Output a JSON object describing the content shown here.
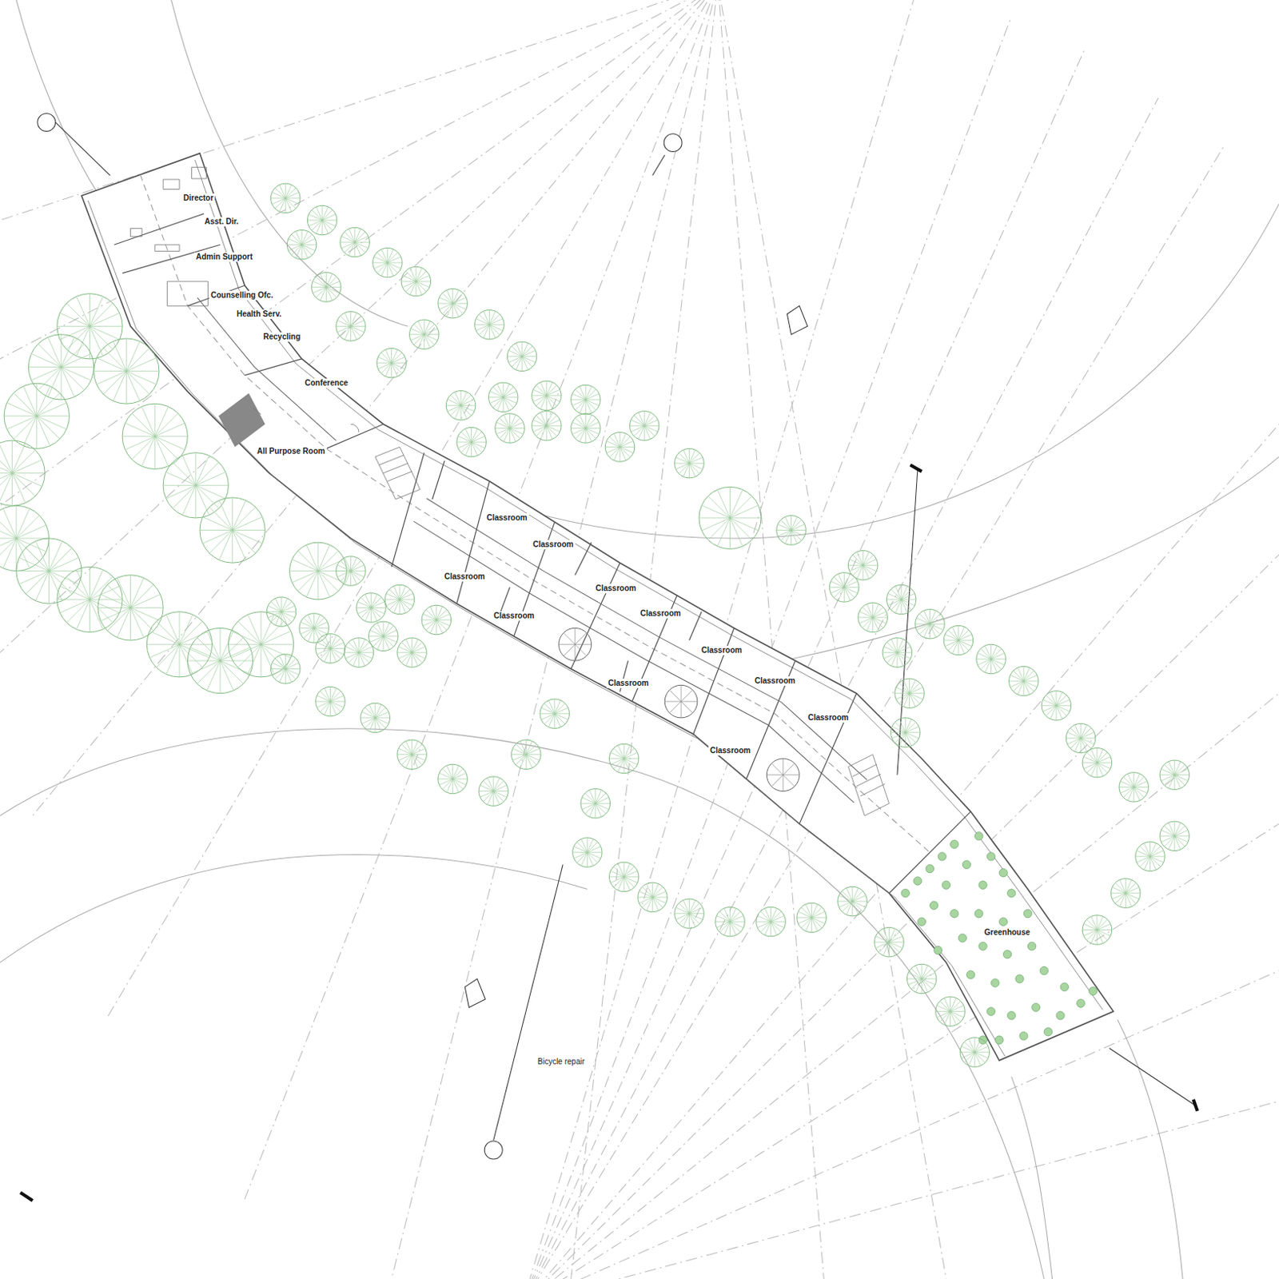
{
  "diagram": {
    "nodes": [
      {
        "text": [
          "Director"
        ]
      },
      {
        "text": [
          "Asst. Dir."
        ]
      },
      {
        "text": [
          "Admin Support"
        ]
      },
      {
        "text": [
          "Counselling Ofc."
        ]
      },
      {
        "text": [
          "Health Serv."
        ]
      },
      {
        "text": [
          "Recycling"
        ]
      },
      {
        "text": [
          "Conference"
        ]
      },
      {
        "text": [
          "All Purpose Room"
        ]
      },
      {
        "text": [
          "Classroom"
        ]
      },
      {
        "text": [
          "Classroom"
        ]
      },
      {
        "text": [
          "Classroom"
        ]
      },
      {
        "text": [
          "Classroom"
        ]
      },
      {
        "text": [
          "Classroom"
        ]
      },
      {
        "text": [
          "Classroom"
        ]
      },
      {
        "text": [
          "Classroom"
        ]
      },
      {
        "text": [
          "Classroom"
        ]
      },
      {
        "text": [
          "Classroom"
        ]
      },
      {
        "text": [
          "Classroom"
        ]
      },
      {
        "text": [
          "Classroom"
        ]
      },
      {
        "text": [
          "Greenhouse"
        ]
      }
    ],
    "labels": [
      "Bicycle repair"
    ]
  }
}
